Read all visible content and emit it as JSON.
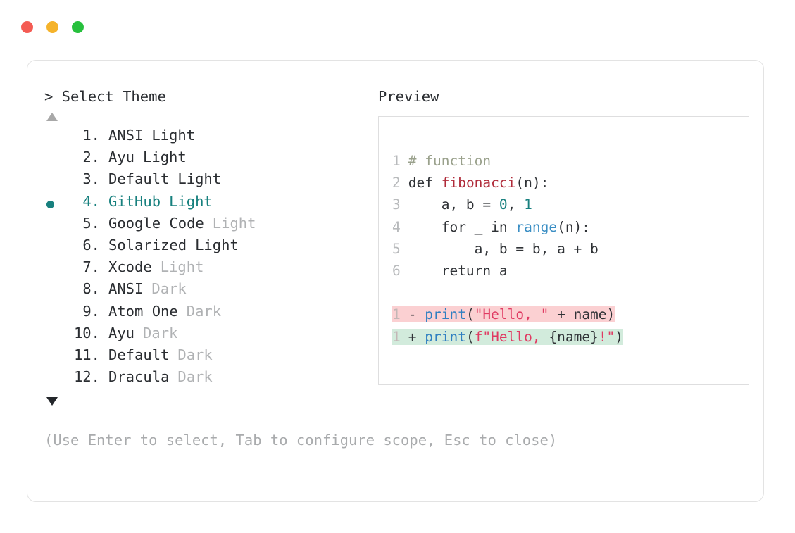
{
  "window": {
    "dots": [
      {
        "name": "close-dot",
        "color": "#f45b53"
      },
      {
        "name": "minimize-dot",
        "color": "#f5b32b"
      },
      {
        "name": "maximize-dot",
        "color": "#27c03d"
      }
    ]
  },
  "left": {
    "title": "> Select Theme",
    "scroll_up_icon": "triangle-up-icon",
    "scroll_down_icon": "triangle-down-icon",
    "selected_index": 4,
    "bullet_color": "#17807e",
    "items": [
      {
        "index": "1.",
        "name": "ANSI",
        "variant": "Light",
        "variant_muted": false,
        "selected": false
      },
      {
        "index": "2.",
        "name": "Ayu",
        "variant": "Light",
        "variant_muted": false,
        "selected": false
      },
      {
        "index": "3.",
        "name": "Default",
        "variant": "Light",
        "variant_muted": false,
        "selected": false
      },
      {
        "index": "4.",
        "name": "GitHub",
        "variant": "Light",
        "variant_muted": false,
        "selected": true
      },
      {
        "index": "5.",
        "name": "Google Code",
        "variant": "Light",
        "variant_muted": true,
        "selected": false
      },
      {
        "index": "6.",
        "name": "Solarized",
        "variant": "Light",
        "variant_muted": false,
        "selected": false
      },
      {
        "index": "7.",
        "name": "Xcode",
        "variant": "Light",
        "variant_muted": true,
        "selected": false
      },
      {
        "index": "8.",
        "name": "ANSI",
        "variant": "Dark",
        "variant_muted": true,
        "selected": false
      },
      {
        "index": "9.",
        "name": "Atom One",
        "variant": "Dark",
        "variant_muted": true,
        "selected": false
      },
      {
        "index": "10.",
        "name": "Ayu",
        "variant": "Dark",
        "variant_muted": true,
        "selected": false
      },
      {
        "index": "11.",
        "name": "Default",
        "variant": "Dark",
        "variant_muted": true,
        "selected": false
      },
      {
        "index": "12.",
        "name": "Dracula",
        "variant": "Dark",
        "variant_muted": true,
        "selected": false
      }
    ]
  },
  "right": {
    "title": "Preview",
    "code_lines": [
      {
        "num": "1",
        "tokens": [
          {
            "t": "# function",
            "c": "c-comment"
          }
        ]
      },
      {
        "num": "2",
        "tokens": [
          {
            "t": "def ",
            "c": "c-kw"
          },
          {
            "t": "fibonacci",
            "c": "c-func"
          },
          {
            "t": "(n):",
            "c": "code-txt"
          }
        ]
      },
      {
        "num": "3",
        "tokens": [
          {
            "t": "    a, b = ",
            "c": "code-txt"
          },
          {
            "t": "0",
            "c": "c-num"
          },
          {
            "t": ", ",
            "c": "code-txt"
          },
          {
            "t": "1",
            "c": "c-num"
          }
        ]
      },
      {
        "num": "4",
        "tokens": [
          {
            "t": "    for _ in ",
            "c": "code-txt"
          },
          {
            "t": "range",
            "c": "c-builtin"
          },
          {
            "t": "(n):",
            "c": "code-txt"
          }
        ]
      },
      {
        "num": "5",
        "tokens": [
          {
            "t": "        a, b = b, a + b",
            "c": "code-txt"
          }
        ]
      },
      {
        "num": "6",
        "tokens": [
          {
            "t": "    return a",
            "c": "code-txt"
          }
        ]
      }
    ],
    "diff_lines": [
      {
        "num": "1",
        "marker": "-",
        "kind": "hl-del",
        "tokens": [
          {
            "t": "print",
            "c": "c-print"
          },
          {
            "t": "(",
            "c": "code-txt"
          },
          {
            "t": "\"Hello, \"",
            "c": "c-str"
          },
          {
            "t": " + name)",
            "c": "code-txt"
          }
        ]
      },
      {
        "num": "1",
        "marker": "+",
        "kind": "hl-add",
        "tokens": [
          {
            "t": "print",
            "c": "c-print"
          },
          {
            "t": "(",
            "c": "code-txt"
          },
          {
            "t": "f\"Hello, ",
            "c": "c-str"
          },
          {
            "t": "{name}",
            "c": "code-txt"
          },
          {
            "t": "!\"",
            "c": "c-str"
          },
          {
            "t": ")",
            "c": "code-txt"
          }
        ]
      }
    ]
  },
  "hint": "(Use Enter to select, Tab to configure scope, Esc to close)"
}
